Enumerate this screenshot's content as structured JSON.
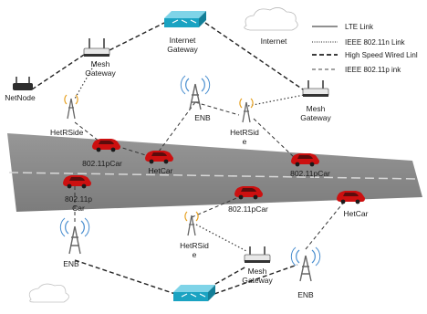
{
  "nodes": {
    "internet_gateway_top": "Internet\nGateway",
    "internet_cloud_top": "Internet",
    "mesh_gateway_top_left": "Mesh\nGateway",
    "net_node": "NetNode",
    "mesh_gateway_right": "Mesh\nGateway",
    "enb_top": "ENB",
    "het_rside_left": "HetRSide",
    "het_rside_right": "HetRSid\ne",
    "het_rside_bottom": "HetRSid\ne",
    "enb_bottom_left": "ENB",
    "enb_bottom_right": "ENB",
    "mesh_gateway_bottom": "Mesh\nGateway"
  },
  "cars": {
    "car_a": "802.11pCar",
    "car_b": "HetCar",
    "car_c": "802.11pCar",
    "car_d": "802.11p\nCar",
    "car_e": "802.11pCar",
    "car_f": "HetCar"
  },
  "legend": [
    {
      "label": "LTE Link",
      "style": "solid"
    },
    {
      "label": "IEEE 802.11n Link",
      "style": "dotted"
    },
    {
      "label": "High Speed Wired Linl",
      "style": "dashed-heavy"
    },
    {
      "label": "IEEE 802.11p ink",
      "style": "dashed-light"
    }
  ],
  "colors": {
    "road": "#8a8a8a",
    "road_line": "#d8d8d8",
    "car": "#cc1010",
    "gateway": "#1aa3c2",
    "router": "#5a5a5a",
    "tower": "#707070",
    "signal": "#4a8fd0"
  }
}
